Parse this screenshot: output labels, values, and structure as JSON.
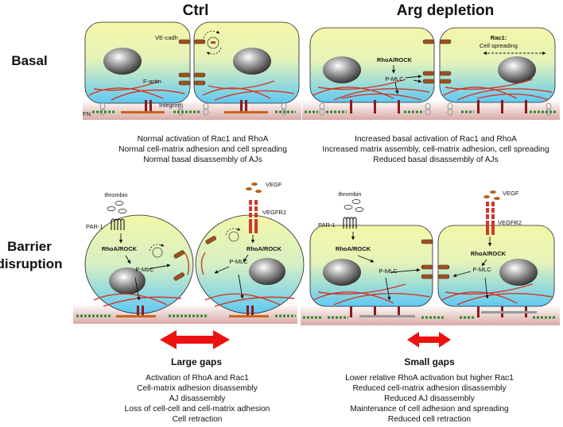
{
  "columns": {
    "ctrl": "Ctrl",
    "arg": "Arg depletion"
  },
  "rows": {
    "basal": "Basal",
    "barrier_line1": "Barrier",
    "barrier_line2": "disruption"
  },
  "labels": {
    "ve_cadh": "VE-cadh",
    "f_actin": "F-actin",
    "integrins": "Integrins",
    "fn": "FN",
    "rac1": "Rac1:",
    "cell_spreading": "Cell spreading",
    "rhoa_rock": "RhoA/ROCK",
    "p_mlc": "P-MLC",
    "thrombin": "thrombin",
    "par1": "PAR-1",
    "vegf": "VEGF",
    "vegfr2": "VEGFR2"
  },
  "captions": {
    "basal_ctrl": [
      "Normal activation of Rac1 and RhoA",
      "Normal cell-matrix adhesion and cell spreading",
      "Normal basal disassembly of AJs"
    ],
    "basal_arg": [
      "Increased basal activation of Rac1 and RhoA",
      "Increased matrix assembly, cell-matrix adhesion, cell spreading",
      "Reduced basal disassembly of AJs"
    ],
    "barrier_ctrl": [
      "Activation of RhoA and Rac1",
      "Cell-matrix adhesion disassembly",
      "AJ disassembly",
      "Loss of cell-cell and cell-matrix adhesion",
      "Cell retraction"
    ],
    "barrier_arg": [
      "Lower relative RhoA activation but higher Rac1",
      "Reduced cell-matrix adhesion disassembly",
      "Reduced AJ disassembly",
      "Maintenance of cell adhesion and spreading",
      "Reduced cell retraction"
    ]
  },
  "gaps": {
    "ctrl": "Large gaps",
    "arg": "Small gaps"
  },
  "colors": {
    "cell_top": "#f4f7a8",
    "cell_bottom": "#5fc9f2",
    "matrix_top": "#ffffff",
    "matrix_bottom": "#d9aaa6",
    "actin": "#d0392a",
    "fibronectin": "#2a8a2a",
    "adhesion_orange": "#c8641c",
    "gap_arrow": "#ee1111"
  }
}
